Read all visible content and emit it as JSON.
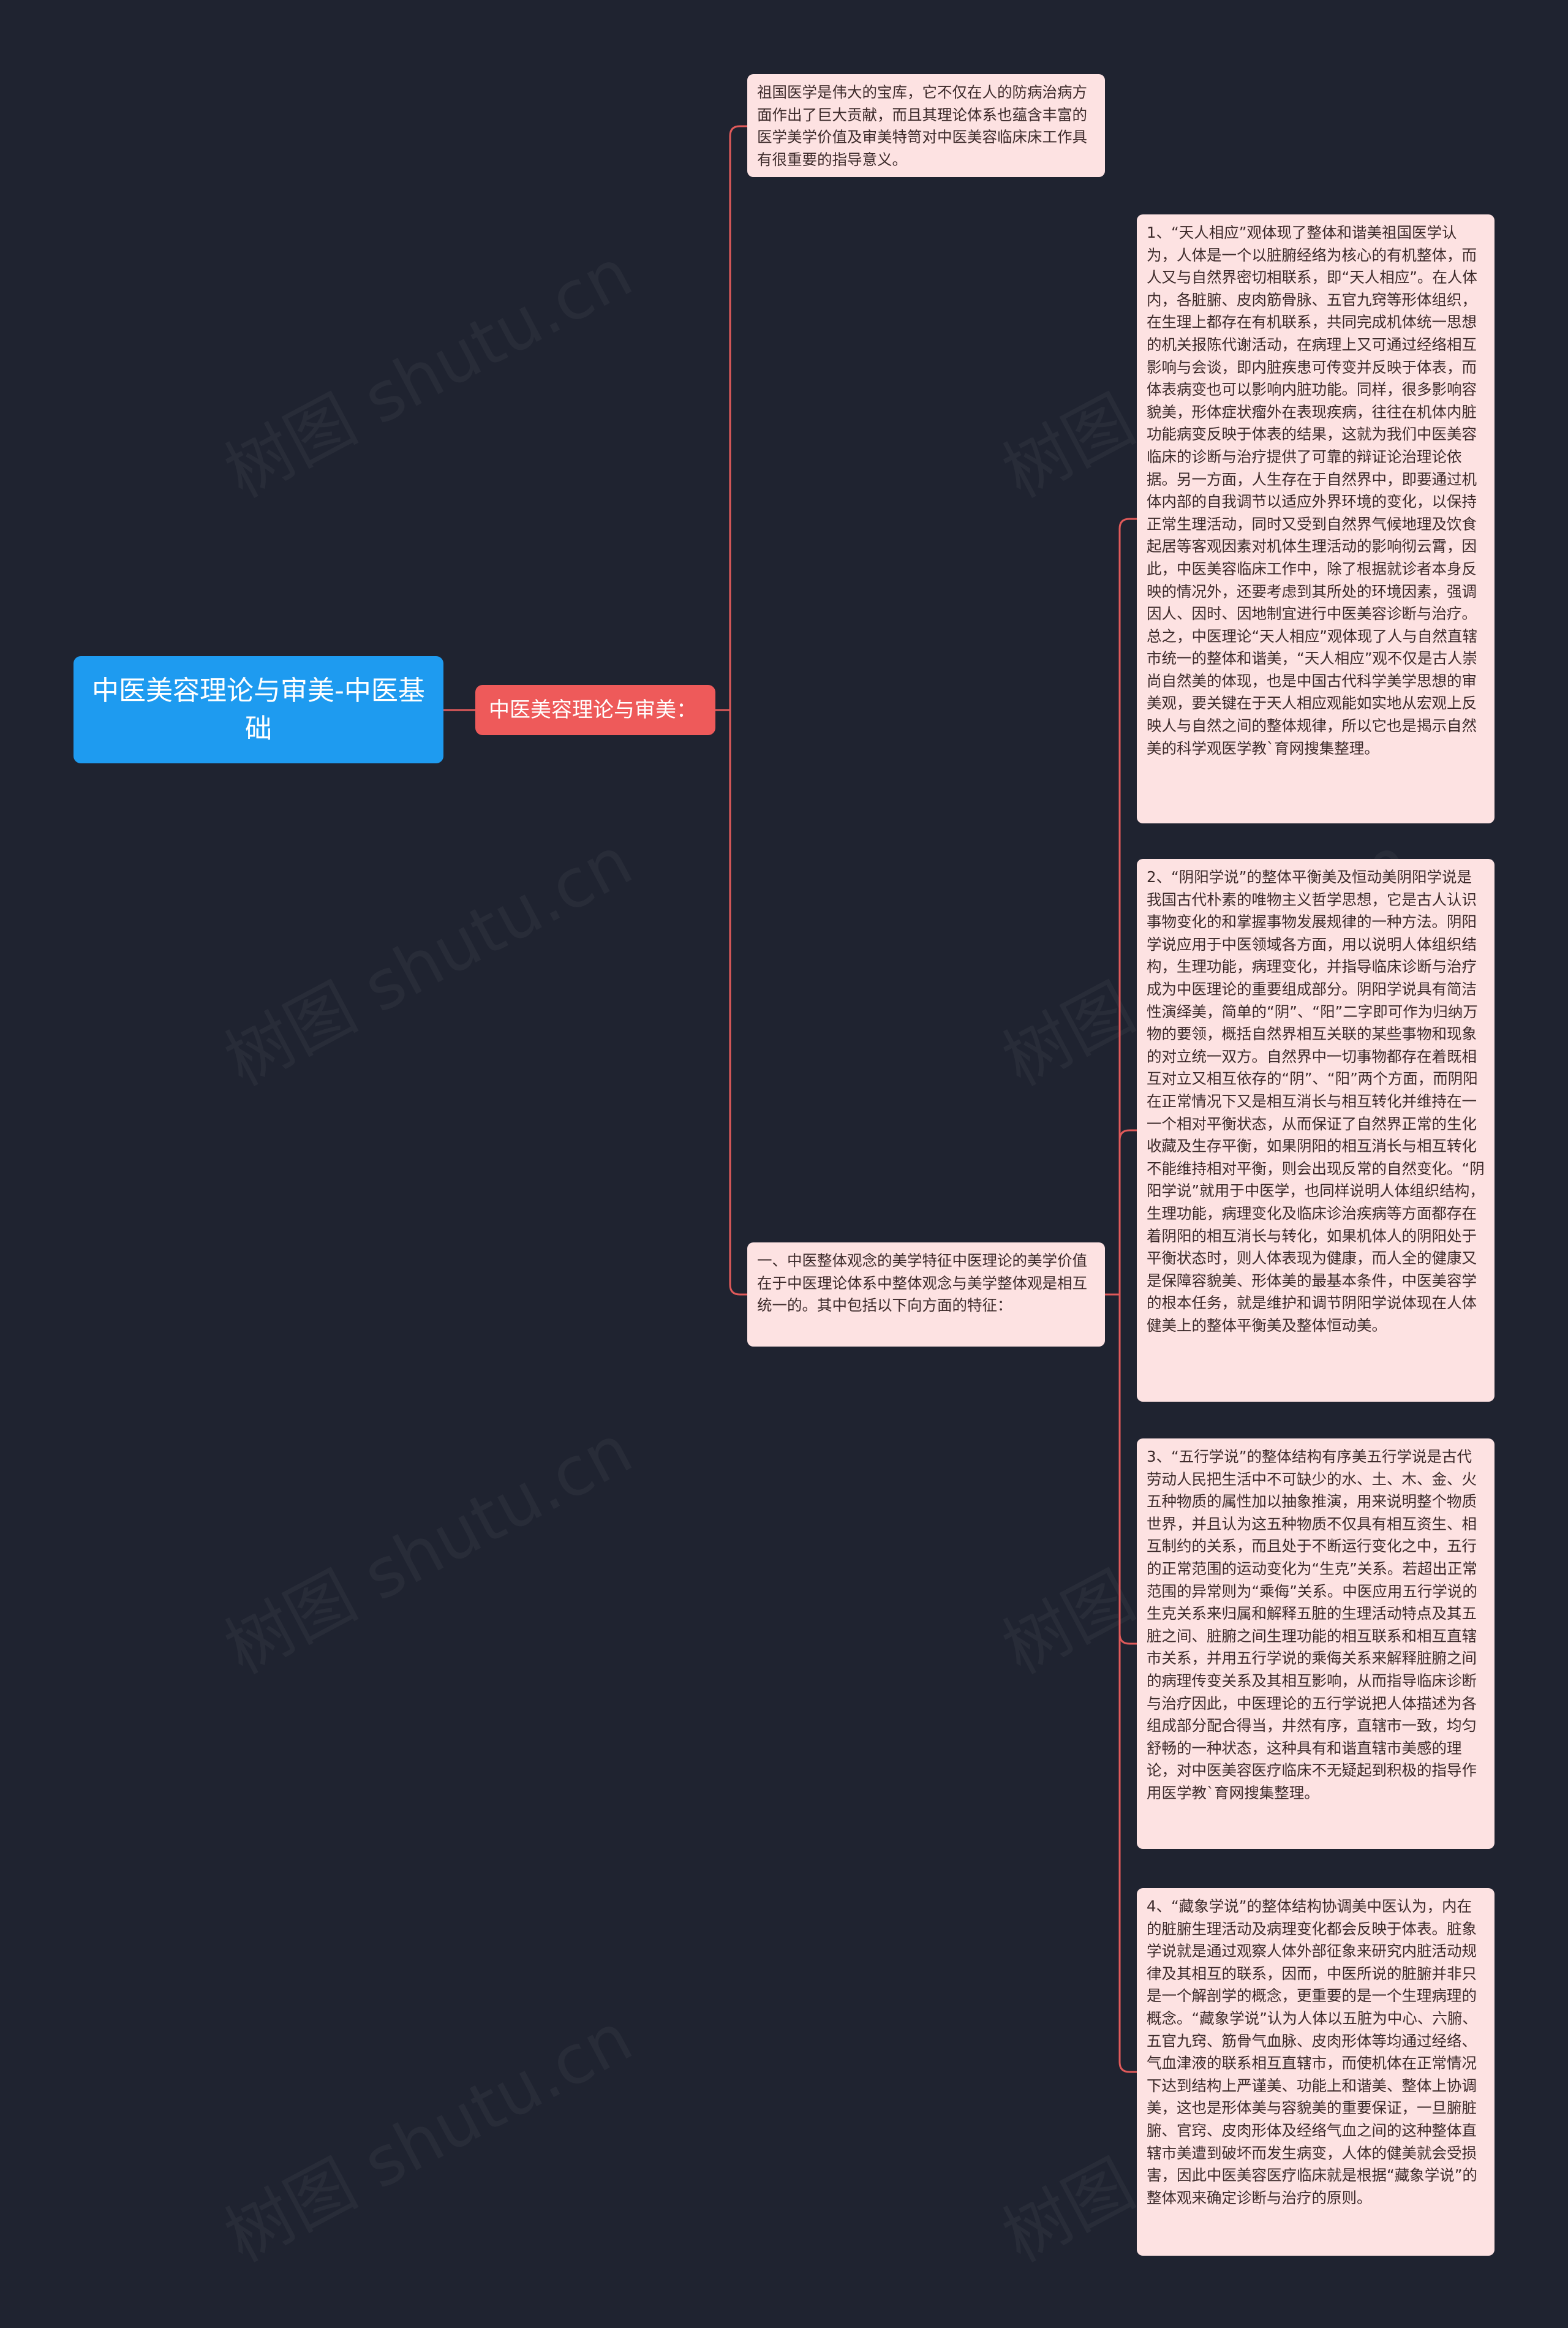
{
  "root": {
    "title": "中医美容理论与审美-中医基础"
  },
  "branch": {
    "label": "中医美容理论与审美："
  },
  "children": {
    "intro": "祖国医学是伟大的宝库，它不仅在人的防病治病方面作出了巨大贡献，而且其理论体系也蕴含丰富的医学美学价值及审美特笥对中医美容临床床工作具有很重要的指导意义。",
    "feature": "一、中医整体观念的美学特征中医理论的美学价值在于中医理论体系中整体观念与美学整体观是相互统一的。其中包括以下向方面的特征：",
    "points": [
      "1、“天人相应”观体现了整体和谐美祖国医学认为，人体是一个以脏腑经络为核心的有机整体，而人又与自然界密切相联系，即“天人相应”。在人体内，各脏腑、皮肉筋骨脉、五官九窍等形体组织，在生理上都存在有机联系，共同完成机体统一思想的机关报陈代谢活动，在病理上又可通过经络相互影响与会谈，即内脏疾患可传变并反映于体表，而体表病变也可以影响内脏功能。同样，很多影响容貌美，形体症状瘤外在表现疾病，往往在机体内脏功能病变反映于体表的结果，这就为我们中医美容临床的诊断与治疗提供了可靠的辩证论治理论依据。另一方面，人生存在于自然界中，即要通过机体内部的自我调节以适应外界环境的变化，以保持正常生理活动，同时又受到自然界气候地理及饮食起居等客观因素对机体生理活动的影响彻云霄，因此，中医美容临床工作中，除了根据就诊者本身反映的情况外，还要考虑到其所处的环境因素，强调因人、因时、因地制宜进行中医美容诊断与治疗。总之，中医理论“天人相应”观体现了人与自然直辖市统一的整体和谐美，“天人相应”观不仅是古人崇尚自然美的体现，也是中国古代科学美学思想的审美观，要关键在于天人相应观能如实地从宏观上反映人与自然之间的整体规律，所以它也是揭示自然美的科学观医学教`育网搜集整理。",
      "2、“阴阳学说”的整体平衡美及恒动美阴阳学说是我国古代朴素的唯物主义哲学思想，它是古人认识事物变化的和掌握事物发展规律的一种方法。阴阳学说应用于中医领域各方面，用以说明人体组织结构，生理功能，病理变化，并指导临床诊断与治疗成为中医理论的重要组成部分。阴阳学说具有简洁性演绎美，简单的“阴”、“阳”二字即可作为归纳万物的要领，概括自然界相互关联的某些事物和现象的对立统一双方。自然界中一切事物都存在着既相互对立又相互依存的“阴”、“阳”两个方面，而阴阳在正常情况下又是相互消长与相互转化并维持在一一个相对平衡状态，从而保证了自然界正常的生化收藏及生存平衡，如果阴阳的相互消长与相互转化不能维持相对平衡，则会出现反常的自然变化。“阴阳学说”就用于中医学，也同样说明人体组织结构，生理功能，病理变化及临床诊治疾病等方面都存在着阴阳的相互消长与转化，如果机体人的阴阳处于平衡状态时，则人体表现为健康，而人全的健康又是保障容貌美、形体美的最基本条件，中医美容学的根本任务，就是维护和调节阴阳学说体现在人体健美上的整体平衡美及整体恒动美。",
      "3、“五行学说”的整体结构有序美五行学说是古代劳动人民把生活中不可缺少的水、土、木、金、火五种物质的属性加以抽象推演，用来说明整个物质世界，并且认为这五种物质不仅具有相互资生、相互制约的关系，而且处于不断运行变化之中，五行的正常范围的运动变化为“生克”关系。若超出正常范围的异常则为“乘侮”关系。中医应用五行学说的生克关系来归属和解释五脏的生理活动特点及其五脏之间、脏腑之间生理功能的相互联系和相互直辖市关系，并用五行学说的乘侮关系来解释脏腑之间的病理传变关系及其相互影响，从而指导临床诊断与治疗因此，中医理论的五行学说把人体描述为各组成部分配合得当，井然有序，直辖市一致，均匀舒畅的一种状态，这种具有和谐直辖市美感的理论，对中医美容医疗临床不无疑起到积极的指导作用医学教`育网搜集整理。",
      "4、“藏象学说”的整体结构协调美中医认为，内在的脏腑生理活动及病理变化都会反映于体表。脏象学说就是通过观察人体外部征象来研究内脏活动规律及其相互的联系，因而，中医所说的脏腑并非只是一个解剖学的概念，更重要的是一个生理病理的概念。“藏象学说”认为人体以五脏为中心、六腑、五官九窍、筋骨气血脉、皮肉形体等均通过经络、气血津液的联系相互直辖市，而使机体在正常情况下达到结构上严谨美、功能上和谐美、整体上协调美，这也是形体美与容貌美的重要保证，一旦腑脏腑、官窍、皮肉形体及经络气血之间的这种整体直辖市美遭到破坏而发生病变，人体的健美就会受损害，因此中医美容医疗临床就是根据“藏象学说”的整体观来确定诊断与治疗的原则。"
    ]
  },
  "watermark": {
    "text": "树图 shutu.cn"
  },
  "colors": {
    "background": "#1f2330",
    "root": "#1e9bf0",
    "branch": "#ee5a5a",
    "leaf": "#fde2e2",
    "connector": "#e05a5a"
  }
}
